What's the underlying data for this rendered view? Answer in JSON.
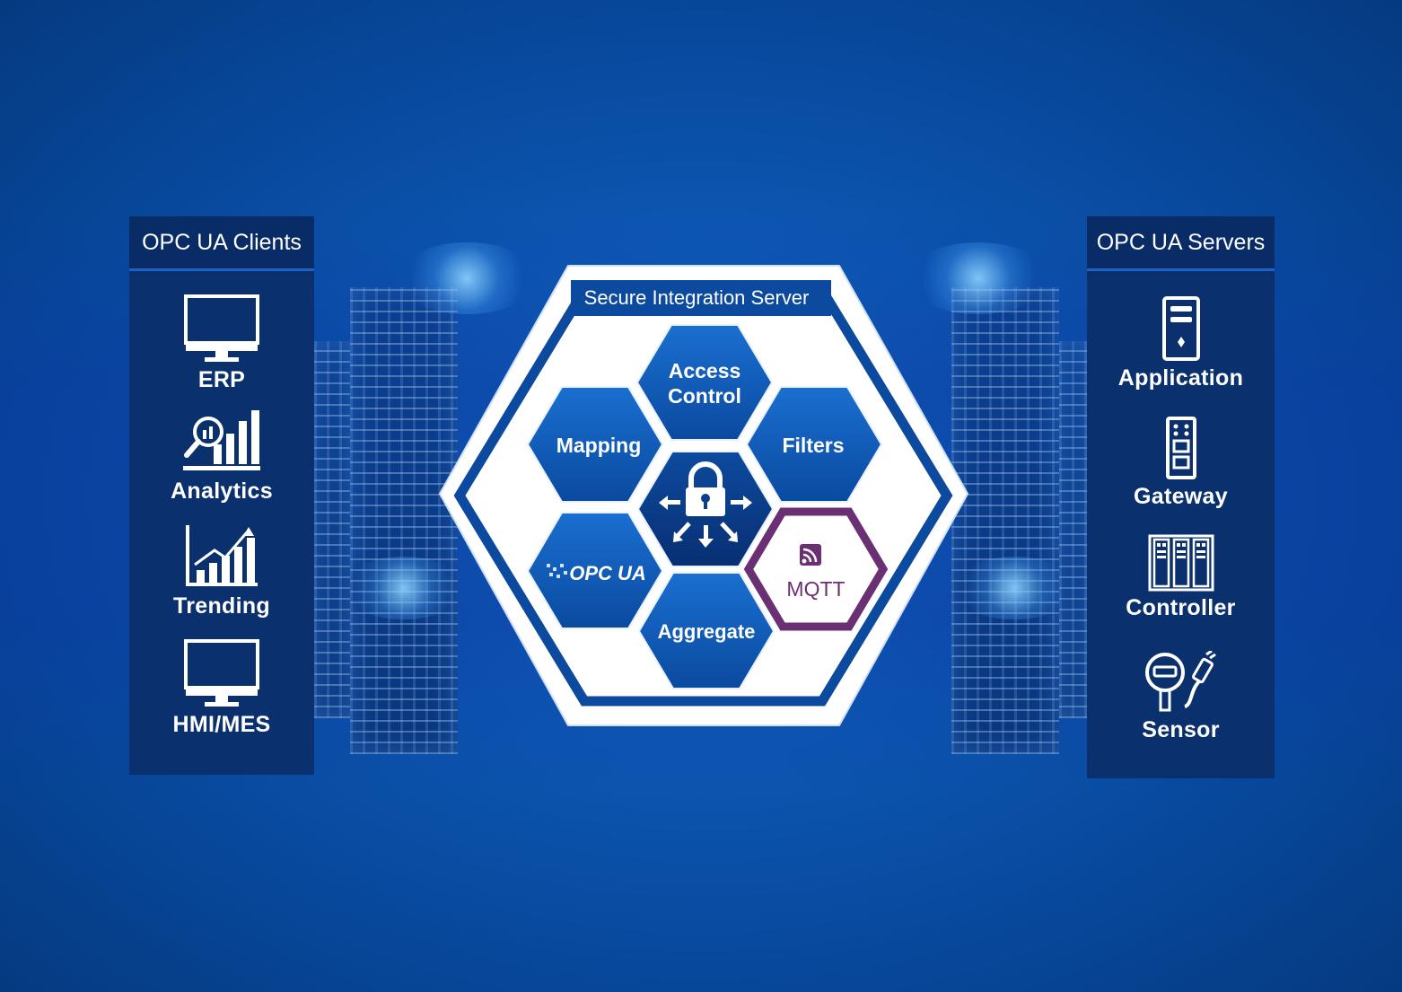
{
  "clients": {
    "title": "OPC UA Clients",
    "items": [
      {
        "label": "ERP",
        "icon": "monitor-icon"
      },
      {
        "label": "Analytics",
        "icon": "analytics-icon"
      },
      {
        "label": "Trending",
        "icon": "trending-icon"
      },
      {
        "label": "HMI/MES",
        "icon": "monitor-icon"
      }
    ]
  },
  "servers": {
    "title": "OPC UA Servers",
    "items": [
      {
        "label": "Application",
        "icon": "server-tower-icon"
      },
      {
        "label": "Gateway",
        "icon": "gateway-icon"
      },
      {
        "label": "Controller",
        "icon": "controller-icon"
      },
      {
        "label": "Sensor",
        "icon": "sensor-icon"
      }
    ]
  },
  "hub": {
    "title": "Secure Integration Server",
    "cells": {
      "access_line1": "Access",
      "access_line2": "Control",
      "mapping": "Mapping",
      "filters": "Filters",
      "opcua": "OPC UA",
      "aggregate": "Aggregate",
      "mqtt": "MQTT"
    },
    "center_icon": "lock-arrows-icon"
  },
  "colors": {
    "panel": "#0b306e",
    "hex_blue": "#0a4fa6",
    "mqtt_purple": "#6b2f73",
    "hub_border": "#0b4a9e"
  }
}
